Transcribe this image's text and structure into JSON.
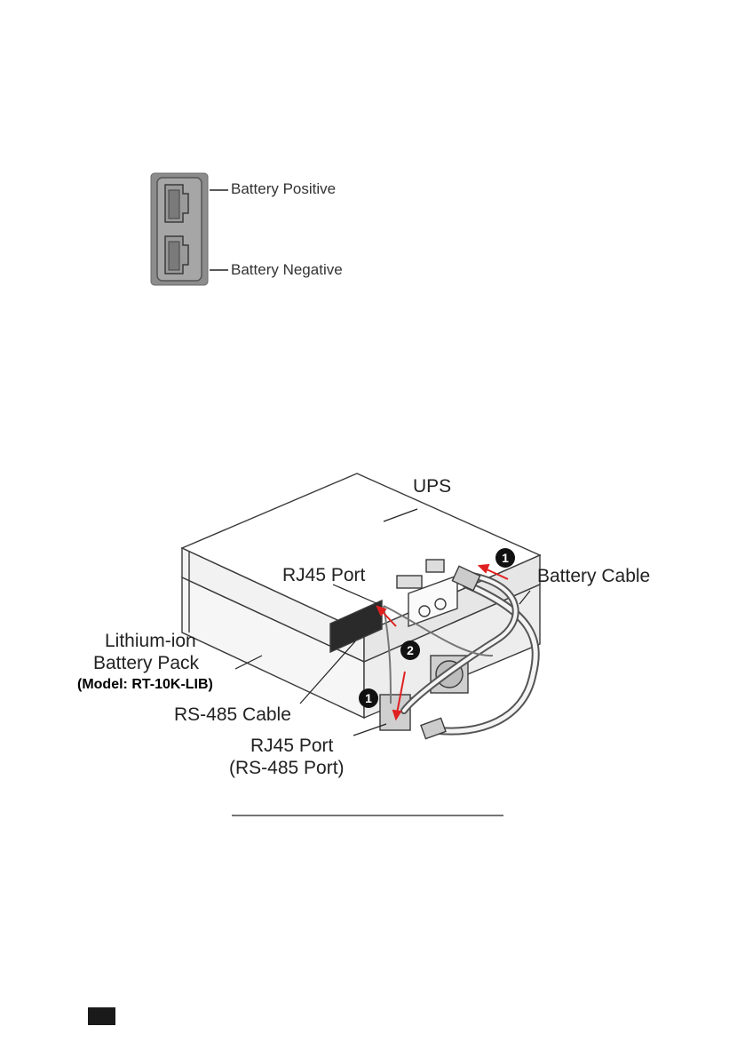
{
  "connector": {
    "positive_label": "Battery Positive",
    "negative_label": "Battery Negative"
  },
  "diagram": {
    "ups_label": "UPS",
    "rj45_upper_label": "RJ45 Port",
    "battery_cable_label": "Battery Cable",
    "pack_label_line1": "Lithium-ion",
    "pack_label_line2": "Battery Pack",
    "model_label": "(Model: RT-10K-LIB)",
    "rs485_cable_label": "RS-485 Cable",
    "rj45_lower_label_line1": "RJ45 Port",
    "rj45_lower_label_line2": "(RS-485 Port)",
    "step1": "1",
    "step2": "2"
  },
  "colors": {
    "arrow": "#e02020",
    "tab": "#1a1a1a"
  }
}
